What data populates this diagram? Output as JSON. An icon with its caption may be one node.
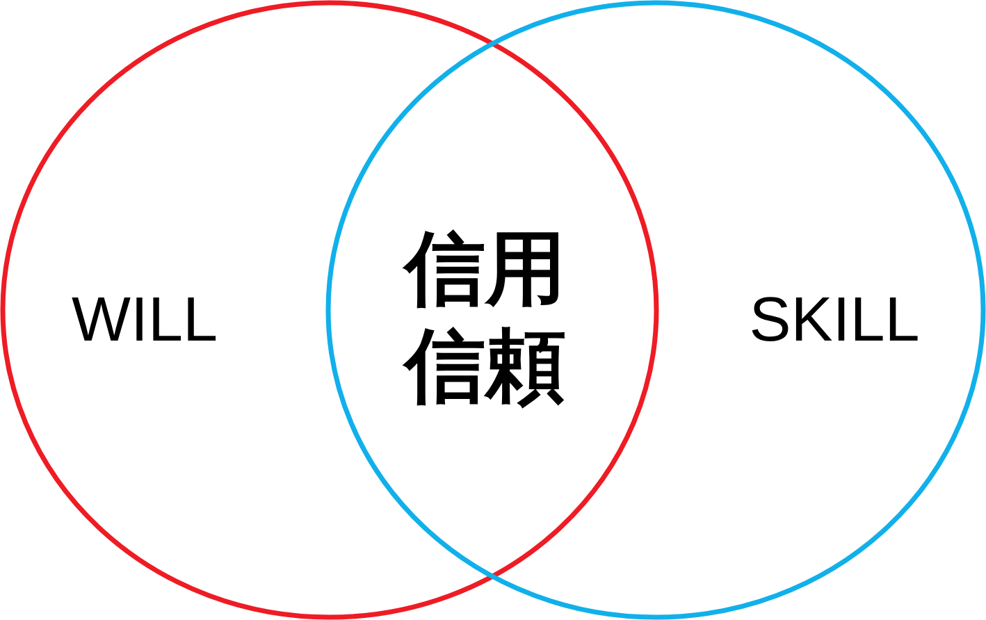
{
  "diagram": {
    "nodes": [
      {
        "text": [
          "WILL"
        ]
      },
      {
        "text": [
          "SKILL"
        ]
      }
    ],
    "labels": [
      "信用信頼"
    ]
  }
}
